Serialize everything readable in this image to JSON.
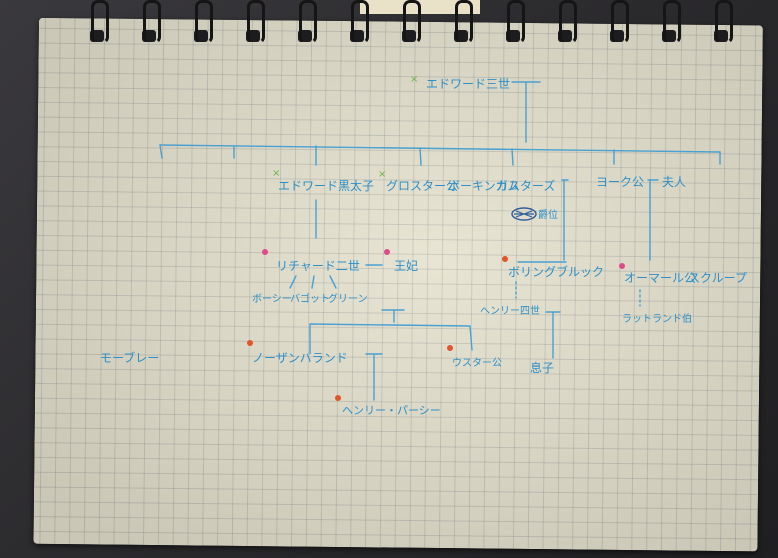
{
  "family_tree": {
    "root": "エドワード三世",
    "children": [
      "エドワード黒太子",
      "グロスター公",
      "ボーキンガム",
      "カスターズ",
      "ヨーク公",
      "夫人"
    ],
    "second_row": {
      "left": "リチャード二世",
      "right": "王妃",
      "under_left": [
        "ボーシー",
        "バゴット",
        "グリーン"
      ]
    },
    "middle_branch": {
      "name": "ボリングブルック",
      "title": "ヘンリー四世",
      "child": "息子",
      "mark": "爵位"
    },
    "right_branch": {
      "name": "オーマール公",
      "other": "スクループ",
      "note": "ラットランド伯"
    },
    "third_row": [
      "ノーザンバランド",
      "ウスター公"
    ],
    "fourth_row": "ヘンリー・パーシー",
    "side_label": "モーブレー"
  },
  "colors": {
    "ink": "#2f8fc6",
    "dot_red": "#e0552a",
    "dot_pink": "#e04a8a",
    "x_green": "#6bb34a"
  }
}
